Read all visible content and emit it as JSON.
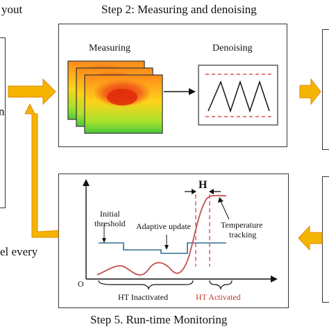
{
  "text": {
    "left_top_fragment": "yout",
    "left_mid_fragment": "n",
    "left_bottom_fragment": "el every",
    "step2_title": "Step 2: Measuring and denoising",
    "measuring_label": "Measuring",
    "denoising_label": "Denoising",
    "step5_title": "Step 5. Run-time Monitoring",
    "h_label": "H",
    "origin_label": "O",
    "initial_threshold_line1": "Initial",
    "initial_threshold_line2": "threshold",
    "adaptive_update_label": "Adaptive update",
    "temperature_tracking_line1": "Temperature",
    "temperature_tracking_line2": "tracking",
    "ht_inactivated_label": "HT Inactivated",
    "ht_activated_label": "HT Activated"
  },
  "colors": {
    "arrow_fill": "#f5b400",
    "arrow_stroke": "#e08a00",
    "threshold_line": "#2f6f8f",
    "temperature_curve": "#c0504d",
    "dashed_red": "#d9534f",
    "ht_activated_text": "#c0392b"
  },
  "icons": {
    "heatmap": "thermal-map-stack",
    "noise": "zigzag-signal"
  }
}
